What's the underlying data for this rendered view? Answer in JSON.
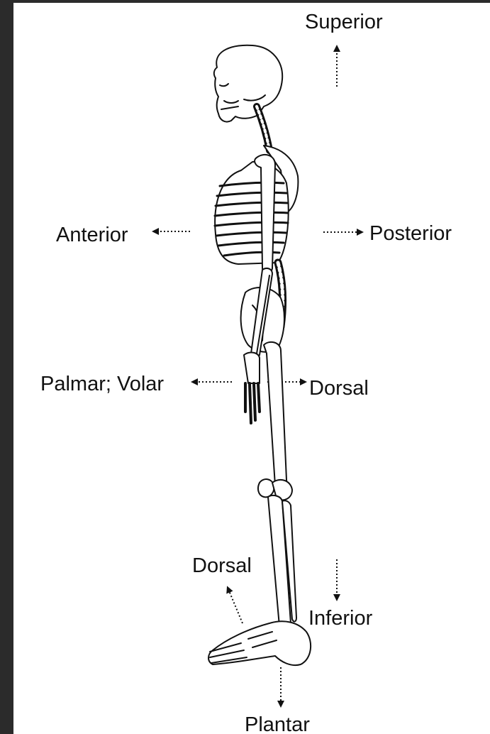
{
  "labels": {
    "superior": "Superior",
    "anterior": "Anterior",
    "posterior": "Posterior",
    "palmar_volar": "Palmar; Volar",
    "dorsal_hand": "Dorsal",
    "dorsal_foot": "Dorsal",
    "inferior": "Inferior",
    "plantar": "Plantar"
  },
  "colors": {
    "background": "#ffffff",
    "frame": "#2b2b2b",
    "ink": "#111111"
  },
  "icons": {
    "skeleton": "human-skeleton-lateral-view",
    "arrow": "dotted-arrow"
  }
}
